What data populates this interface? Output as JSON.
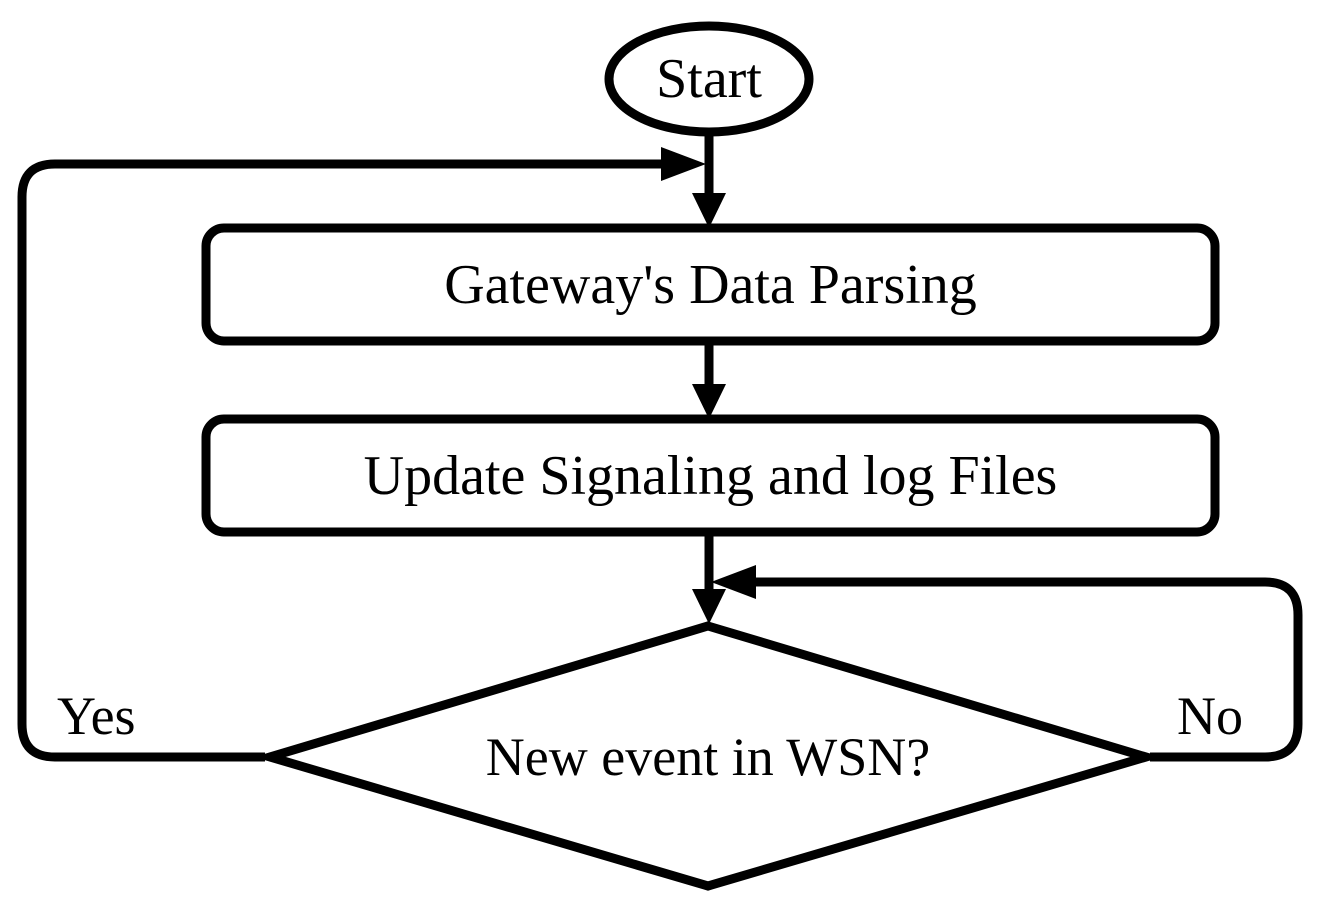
{
  "diagram": {
    "title": "Gateway data parsing and WSN event polling loop",
    "type": "flowchart",
    "stroke_color": "#000000",
    "fill_color": "#ffffff",
    "background": "#ffffff",
    "stroke_width": 8
  },
  "nodes": {
    "start": {
      "label": "Start",
      "shape": "ellipse"
    },
    "parse": {
      "label": "Gateway's Data Parsing",
      "shape": "rounded-rectangle"
    },
    "update": {
      "label": "Update Signaling and log Files",
      "shape": "rounded-rectangle"
    },
    "decision": {
      "label": "New event in WSN?",
      "shape": "diamond"
    }
  },
  "edges": {
    "yes_label": "Yes",
    "no_label": "No",
    "start_to_parse": "",
    "parse_to_update": "",
    "update_to_decision": ""
  }
}
